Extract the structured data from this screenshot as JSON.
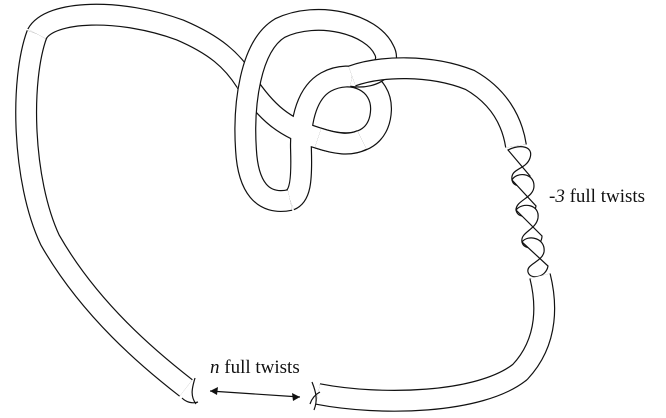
{
  "labels": {
    "right_prefix": "-3",
    "right_suffix": "full twists",
    "bottom_prefix": "n",
    "bottom_suffix": "full twists"
  }
}
